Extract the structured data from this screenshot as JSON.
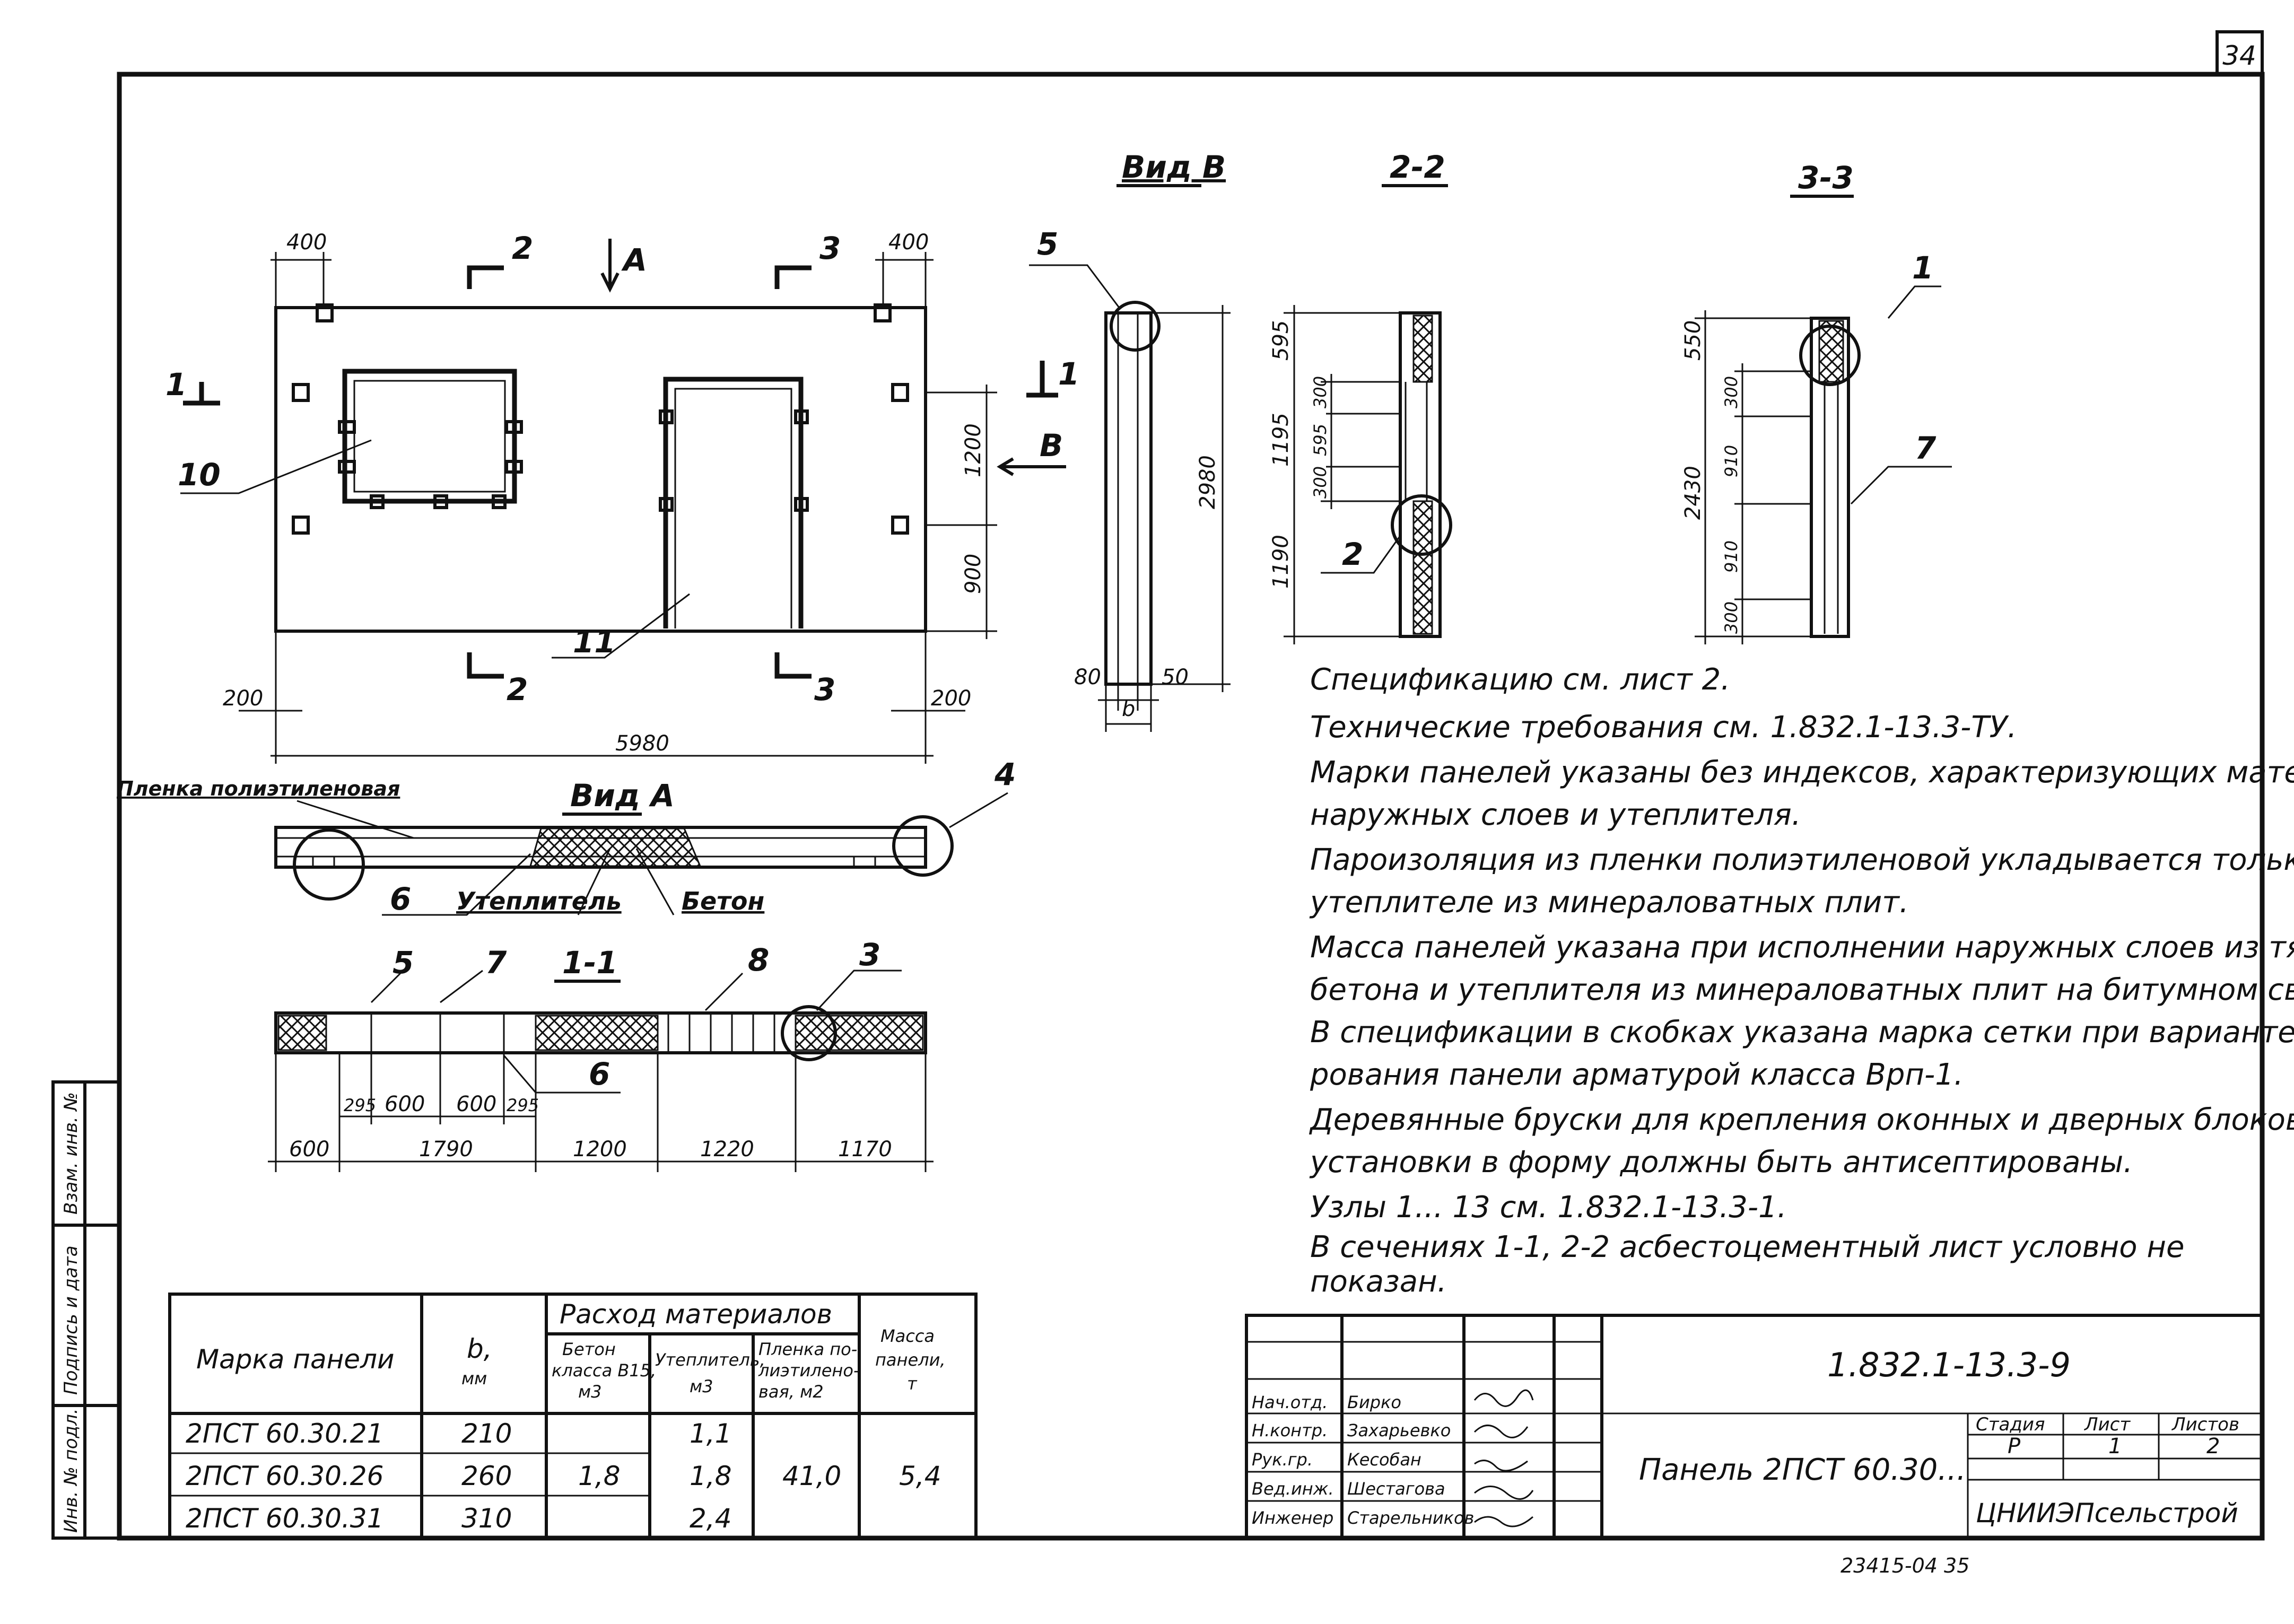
{
  "sheet_number": "34",
  "views": {
    "view_v": "Вид В",
    "sec22": "2-2",
    "sec33": "3-3",
    "view_a": "Вид А",
    "sec11": "1-1"
  },
  "panel": {
    "marks": [
      "2",
      "3",
      "2",
      "3",
      "1",
      "1"
    ],
    "arrow_a": "A",
    "arrow_b": "B",
    "callouts": [
      "10",
      "11"
    ],
    "dims": {
      "top_left": "400",
      "top_right": "400",
      "right_upper": "1200",
      "right_lower": "900",
      "bottom_left": "200",
      "bottom_right": "200",
      "overall": "5980"
    }
  },
  "view_v_dims": {
    "callout": "5",
    "height": "2980",
    "left": "80",
    "right": "50",
    "b": "b"
  },
  "sec22": {
    "dims": [
      "595",
      "1195",
      "300",
      "595",
      "300",
      "1190"
    ],
    "inner": [
      "300"
    ],
    "callout": "2"
  },
  "sec33": {
    "dims": [
      "550",
      "2430",
      "300",
      "910",
      "910",
      "300"
    ],
    "callouts": [
      "1",
      "7"
    ]
  },
  "view_a_labels": {
    "film": "Пленка полиэтиленовая",
    "insulation": "Утеплитель",
    "concrete": "Бетон",
    "callouts": [
      "4",
      "6"
    ]
  },
  "sec11": {
    "callouts": [
      "5",
      "7",
      "8",
      "3",
      "6"
    ],
    "small_dims": [
      "295",
      "600",
      "600",
      "295"
    ],
    "dims": [
      "600",
      "1790",
      "1200",
      "1220",
      "1170"
    ]
  },
  "notes": [
    "Спецификацию см. лист 2.",
    "Технические требования см. 1.832.1-13.3-ТУ.",
    "Марки панелей указаны без индексов, характеризующих материалы",
    "наружных слоев и утеплителя.",
    "Пароизоляция из пленки полиэтиленовой укладывается только при",
    "утеплителе из минераловатных плит.",
    "Масса панелей указана при исполнении наружных слоев из тяжелого",
    "бетона и утеплителя из минераловатных плит на битумном связующем.",
    "В спецификации в скобках указана марка сетки при варианте арми-",
    "рования панели арматурой класса Врп-1.",
    "Деревянные бруски для крепления оконных и дверных блоков до",
    "установки в форму должны быть антисептированы.",
    "Узлы 1... 13 см. 1.832.1-13.3-1.",
    "В сечениях 1-1, 2-2 асбестоцементный лист условно не",
    "показан."
  ],
  "spec_table": {
    "h_mark": "Марка панели",
    "h_b": "b,",
    "h_b_unit": "мм",
    "h_materials": "Расход материалов",
    "h_concrete": [
      "Бетон",
      "класса В15,",
      "м3"
    ],
    "h_insul": [
      "Утеплитель,",
      "м3"
    ],
    "h_film": [
      "Пленка по-",
      "лиэтилено-",
      "вая, м2"
    ],
    "h_mass": [
      "Масса",
      "панели,",
      "т"
    ],
    "rows": [
      {
        "mark": "2ПСТ 60.30.21",
        "b": "210",
        "insul": "1,1"
      },
      {
        "mark": "2ПСТ 60.30.26",
        "b": "260",
        "insul": "1,8"
      },
      {
        "mark": "2ПСТ 60.30.31",
        "b": "310",
        "insul": "2,4"
      }
    ],
    "concrete": "1,8",
    "film": "41,0",
    "mass": "5,4"
  },
  "left_stamp": [
    "Инв. № подл.",
    "Подпись и дата",
    "Взам. инв. №"
  ],
  "title_block": {
    "code": "1.832.1-13.3-9",
    "name": "Панель 2ПСТ 60.30...",
    "roles": [
      "Нач.отд.",
      "Н.контр.",
      "Рук.гр.",
      "Вед.инж.",
      "Инженер"
    ],
    "names": [
      "Бирко",
      "Захарьевко",
      "Кесобан",
      "Шестагова",
      "Старельников"
    ],
    "stage_h": "Стадия",
    "sheet_h": "Лист",
    "sheets_h": "Листов",
    "stage": "Р",
    "sheet": "1",
    "sheets": "2",
    "org": "ЦНИИЭПсельстрой"
  },
  "footer": "23415-04   35"
}
